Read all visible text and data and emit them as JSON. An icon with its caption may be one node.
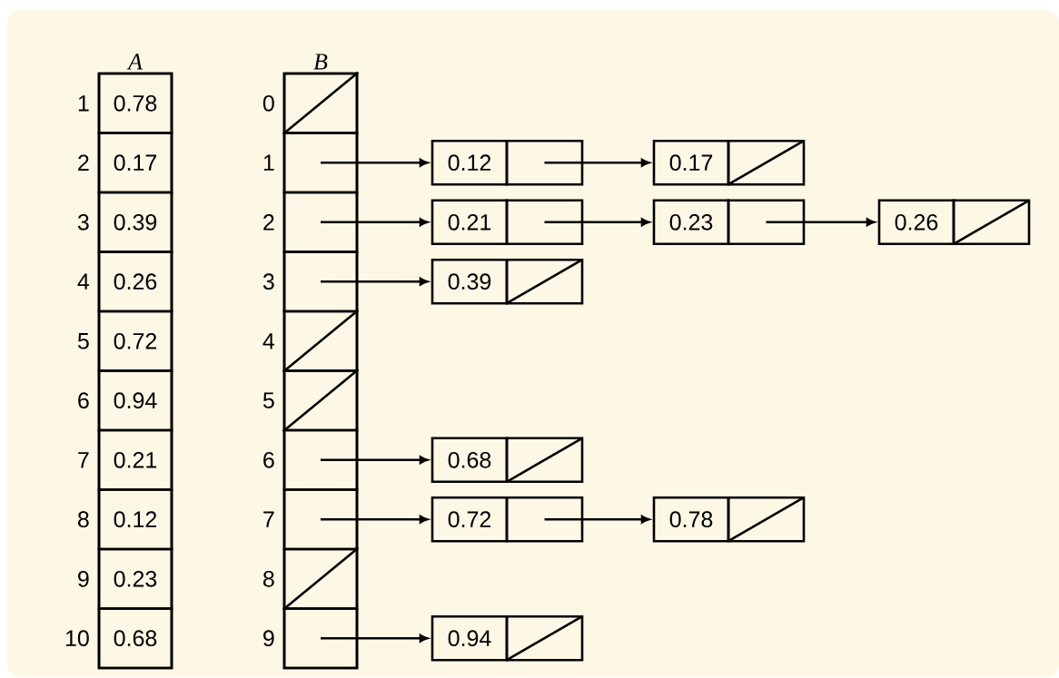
{
  "diagram": {
    "nodes": [
      {
        "text": [
          "A"
        ]
      },
      {
        "text": [
          "0.78"
        ],
        "beside": [
          "1"
        ],
        "in": 0
      },
      {
        "text": [
          "0.17"
        ],
        "beside": [
          "2"
        ],
        "in": 0
      },
      {
        "text": [
          "0.39"
        ],
        "beside": [
          "3"
        ],
        "in": 0
      },
      {
        "text": [
          "0.26"
        ],
        "beside": [
          "4"
        ],
        "in": 0
      },
      {
        "text": [
          "0.72"
        ],
        "beside": [
          "5"
        ],
        "in": 0
      },
      {
        "text": [
          "0.94"
        ],
        "beside": [
          "6"
        ],
        "in": 0
      },
      {
        "text": [
          "0.21"
        ],
        "beside": [
          "7"
        ],
        "in": 0
      },
      {
        "text": [
          "0.12"
        ],
        "beside": [
          "8"
        ],
        "in": 0
      },
      {
        "text": [
          "0.23"
        ],
        "beside": [
          "9"
        ],
        "in": 0
      },
      {
        "text": [
          "0.68"
        ],
        "beside": [
          "10"
        ],
        "in": 0
      },
      {
        "text": [
          "B"
        ]
      },
      {
        "text": [],
        "shape": "box",
        "beside": [
          "0"
        ],
        "in": 11
      },
      {
        "text": [],
        "shape": "box",
        "beside": [
          "1"
        ],
        "in": 11
      },
      {
        "text": [],
        "shape": "box",
        "beside": [
          "2"
        ],
        "in": 11
      },
      {
        "text": [],
        "shape": "box",
        "beside": [
          "3"
        ],
        "in": 11
      },
      {
        "text": [],
        "shape": "box",
        "beside": [
          "4"
        ],
        "in": 11
      },
      {
        "text": [],
        "shape": "box",
        "beside": [
          "5"
        ],
        "in": 11
      },
      {
        "text": [],
        "shape": "box",
        "beside": [
          "6"
        ],
        "in": 11
      },
      {
        "text": [],
        "shape": "box",
        "beside": [
          "7"
        ],
        "in": 11
      },
      {
        "text": [],
        "shape": "box",
        "beside": [
          "8"
        ],
        "in": 11
      },
      {
        "text": [],
        "shape": "box",
        "beside": [
          "9"
        ],
        "in": 11
      },
      {
        "text": [
          "0.12"
        ]
      },
      {
        "text": [
          "0.17"
        ]
      },
      {
        "text": [
          "0.21"
        ]
      },
      {
        "text": [
          "0.23"
        ]
      },
      {
        "text": [
          "0.26"
        ]
      },
      {
        "text": [
          "0.39"
        ]
      },
      {
        "text": [
          "0.68"
        ]
      },
      {
        "text": [
          "0.72"
        ]
      },
      {
        "text": [
          "0.78"
        ]
      },
      {
        "text": [
          "0.94"
        ]
      }
    ],
    "edges": [
      {
        "from": 13,
        "to": 22,
        "arrow": "to"
      },
      {
        "from": 22,
        "to": 23,
        "arrow": "to"
      },
      {
        "from": 14,
        "to": 24,
        "arrow": "to"
      },
      {
        "from": 24,
        "to": 25,
        "arrow": "to"
      },
      {
        "from": 25,
        "to": 26,
        "arrow": "to"
      },
      {
        "from": 15,
        "to": 27,
        "arrow": "to"
      },
      {
        "from": 18,
        "to": 28,
        "arrow": "to"
      },
      {
        "from": 19,
        "to": 29,
        "arrow": "to"
      },
      {
        "from": 29,
        "to": 30,
        "arrow": "to"
      },
      {
        "from": 21,
        "to": 31,
        "arrow": "to"
      }
    ]
  }
}
